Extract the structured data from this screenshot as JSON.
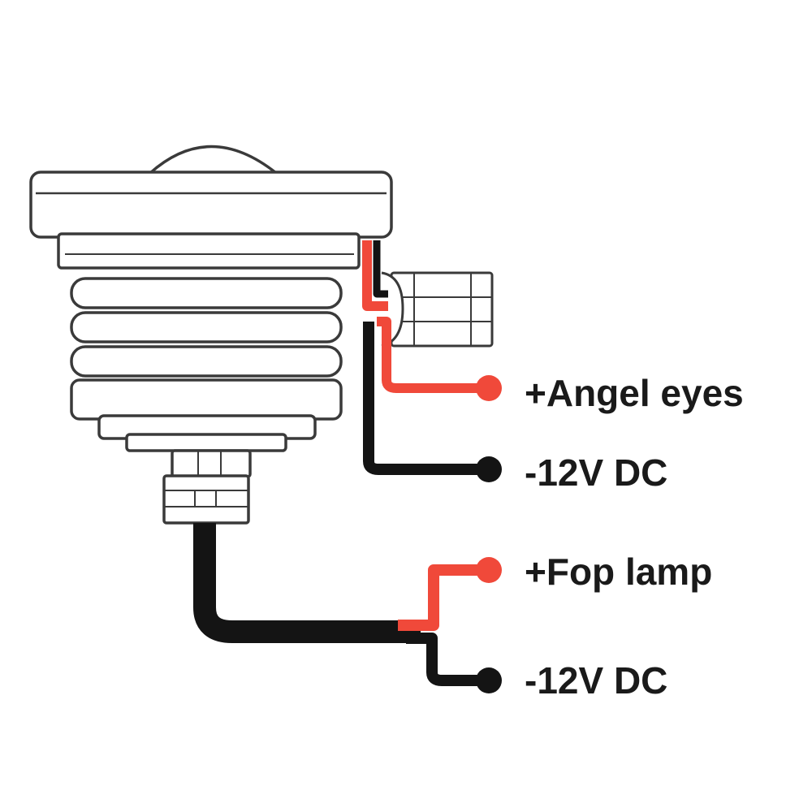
{
  "labels": {
    "angel_eyes_positive": "+Angel eyes",
    "angel_eyes_negative": "-12V DC",
    "fog_lamp_positive": "+Fop lamp",
    "fog_lamp_negative": "-12V DC"
  },
  "colors": {
    "positive_wire": "#f0493a",
    "negative_wire": "#141414",
    "outline": "#3a3a3a",
    "fill": "#ffffff",
    "text": "#1a1a1a"
  }
}
